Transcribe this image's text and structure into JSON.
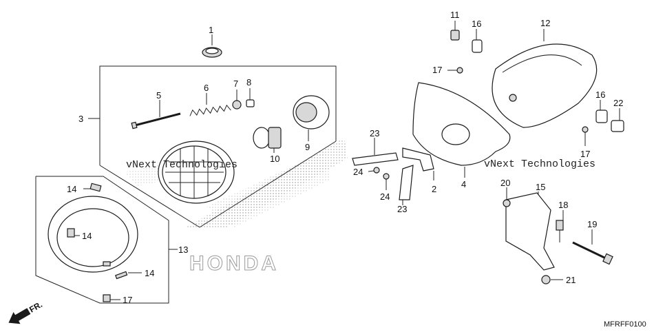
{
  "callouts": {
    "c1": "1",
    "c2": "2",
    "c3": "3",
    "c4": "4",
    "c5": "5",
    "c6": "6",
    "c7": "7",
    "c8": "8",
    "c9": "9",
    "c10": "10",
    "c11": "11",
    "c12": "12",
    "c13": "13",
    "c14a": "14",
    "c14b": "14",
    "c14c": "14",
    "c15": "15",
    "c16a": "16",
    "c16b": "16",
    "c17a": "17",
    "c17b": "17",
    "c17c": "17",
    "c18": "18",
    "c19": "19",
    "c20": "20",
    "c21": "21",
    "c22": "22",
    "c23a": "23",
    "c23b": "23",
    "c24a": "24",
    "c24b": "24"
  },
  "watermarks": {
    "left": "vNext Technologies",
    "right": "vNext Technologies",
    "brand": "HONDA"
  },
  "direction_label": "FR.",
  "diagram_code": "MFRFF0100"
}
